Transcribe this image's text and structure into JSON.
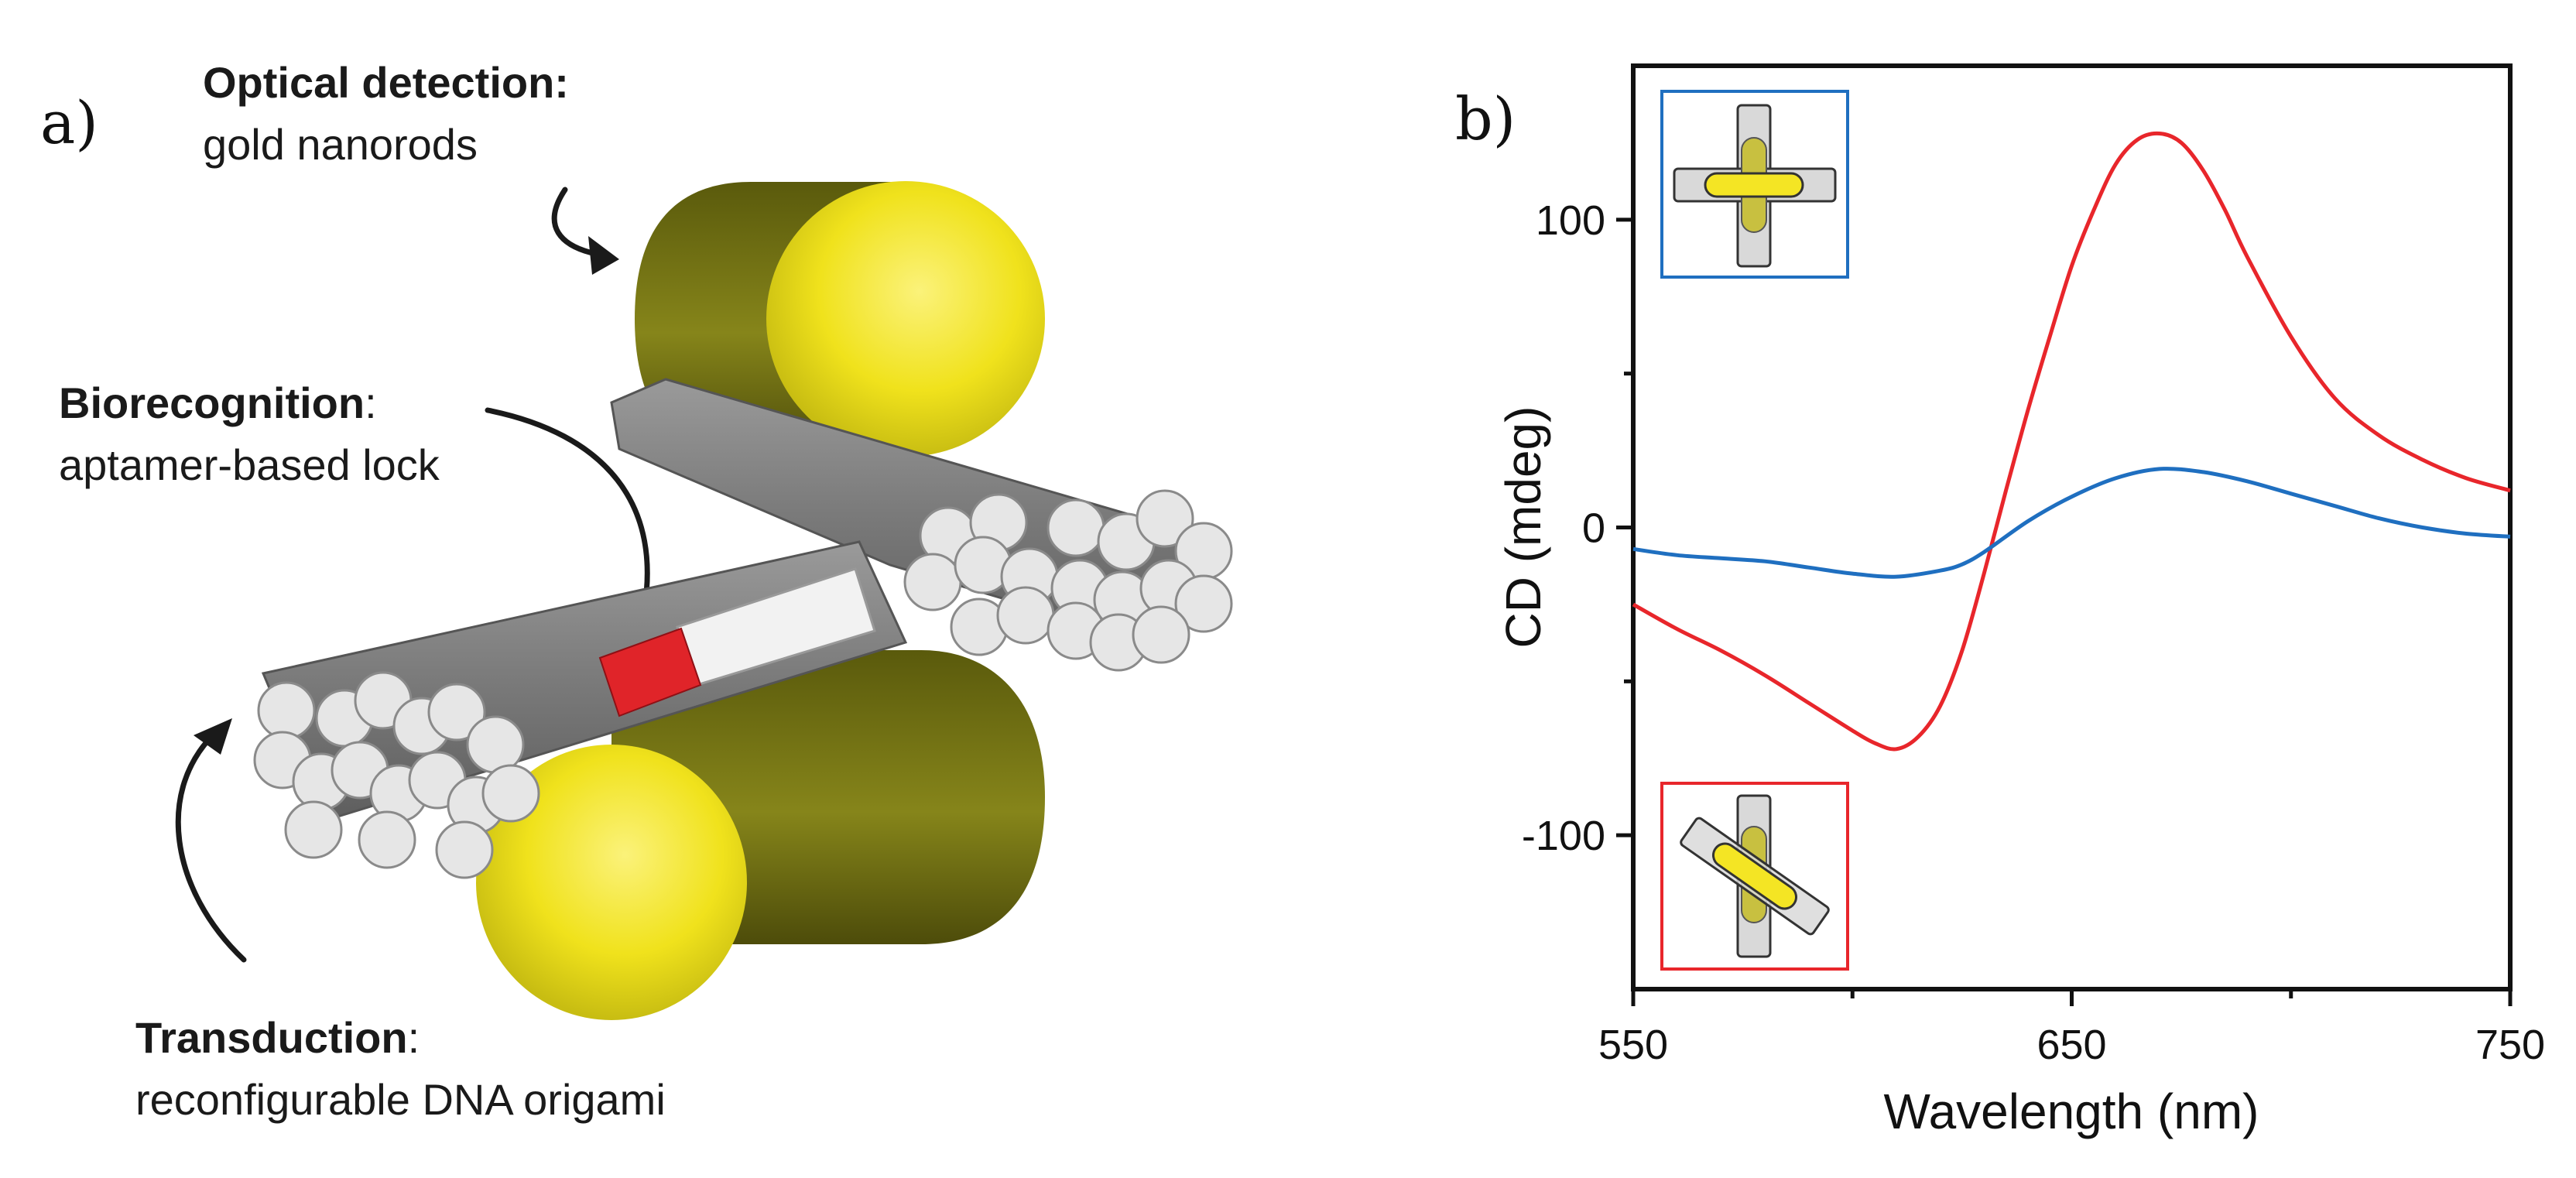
{
  "panel_a": {
    "letter": "a)",
    "optical": {
      "title": "Optical detection:",
      "subtitle": "gold nanorods"
    },
    "biorecognition": {
      "title": "Biorecognition",
      "colon": ":",
      "subtitle": "aptamer-based lock"
    },
    "transduction": {
      "title": "Transduction",
      "colon": ":",
      "subtitle": "reconfigurable DNA origami"
    }
  },
  "panel_b": {
    "letter": "b)"
  },
  "colors": {
    "red_series": "#e8262b",
    "blue_series": "#1f6fc0",
    "gold": "#f2e318",
    "gold_dark": "#6b6a10",
    "dna_gray": "#7d7d7d"
  },
  "chart_data": {
    "type": "line",
    "xlabel": "Wavelength (nm)",
    "ylabel": "CD (mdeg)",
    "xlim": [
      550,
      750
    ],
    "ylim": [
      -150,
      150
    ],
    "x_ticks": [
      550,
      650,
      750
    ],
    "y_ticks": [
      -100,
      0,
      100
    ],
    "grid": false,
    "legend": "none",
    "series": [
      {
        "color": "#e8262b",
        "x": [
          550,
          560,
          570,
          580,
          590,
          600,
          605,
          610,
          615,
          620,
          625,
          630,
          635,
          640,
          645,
          650,
          655,
          660,
          665,
          670,
          675,
          680,
          685,
          690,
          700,
          710,
          720,
          730,
          740,
          750
        ],
        "y": [
          -25,
          -33,
          -40,
          -48,
          -57,
          -66,
          -70,
          -72,
          -68,
          -58,
          -40,
          -15,
          12,
          38,
          62,
          85,
          103,
          118,
          126,
          128,
          125,
          116,
          103,
          88,
          62,
          42,
          30,
          22,
          16,
          12
        ]
      },
      {
        "color": "#1f6fc0",
        "x": [
          550,
          560,
          570,
          580,
          590,
          600,
          610,
          620,
          625,
          630,
          640,
          650,
          660,
          670,
          680,
          690,
          700,
          710,
          720,
          730,
          740,
          750
        ],
        "y": [
          -7,
          -9,
          -10,
          -11,
          -13,
          -15,
          -16,
          -14,
          -12,
          -8,
          2,
          10,
          16,
          19,
          18,
          15,
          11,
          7,
          3,
          0,
          -2,
          -3
        ]
      }
    ]
  }
}
